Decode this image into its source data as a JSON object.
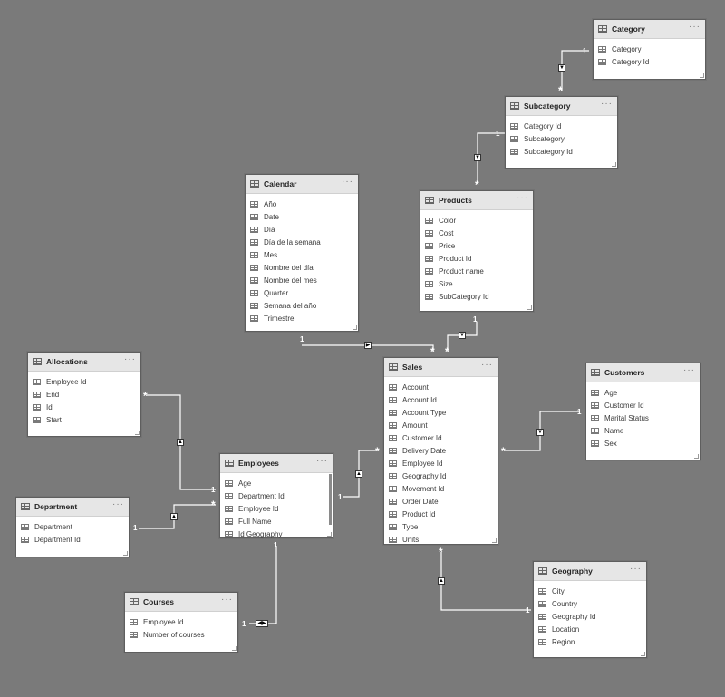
{
  "tables": {
    "category": {
      "name": "Category",
      "more": "···",
      "fields": [
        "Category",
        "Category Id"
      ]
    },
    "subcategory": {
      "name": "Subcategory",
      "more": "···",
      "fields": [
        "Category Id",
        "Subcategory",
        "Subcategory Id"
      ]
    },
    "calendar": {
      "name": "Calendar",
      "more": "···",
      "fields": [
        "Año",
        "Date",
        "Día",
        "Día de la semana",
        "Mes",
        "Nombre del día",
        "Nombre del mes",
        "Quarter",
        "Semana del año",
        "Trimestre"
      ]
    },
    "products": {
      "name": "Products",
      "more": "···",
      "fields": [
        "Color",
        "Cost",
        "Price",
        "Product Id",
        "Product name",
        "Size",
        "SubCategory Id"
      ]
    },
    "allocations": {
      "name": "Allocations",
      "more": "···",
      "fields": [
        "Employee Id",
        "End",
        "Id",
        "Start"
      ]
    },
    "sales": {
      "name": "Sales",
      "more": "···",
      "fields": [
        "Account",
        "Account Id",
        "Account Type",
        "Amount",
        "Customer Id",
        "Delivery Date",
        "Employee Id",
        "Geography Id",
        "Movement Id",
        "Order Date",
        "Product Id",
        "Type",
        "Units"
      ]
    },
    "customers": {
      "name": "Customers",
      "more": "···",
      "fields": [
        "Age",
        "Customer Id",
        "Marital Status",
        "Name",
        "Sex"
      ]
    },
    "employees": {
      "name": "Employees",
      "more": "···",
      "fields": [
        "Age",
        "Department Id",
        "Employee Id",
        "Full Name",
        "Id Geography"
      ]
    },
    "department": {
      "name": "Department",
      "more": "···",
      "fields": [
        "Department",
        "Department Id"
      ]
    },
    "courses": {
      "name": "Courses",
      "more": "···",
      "fields": [
        "Employee Id",
        "Number of courses"
      ]
    },
    "geography": {
      "name": "Geography",
      "more": "···",
      "fields": [
        "City",
        "Country",
        "Geography Id",
        "Location",
        "Region"
      ]
    }
  },
  "cardinality": {
    "one": "1",
    "many": "*"
  },
  "arrows": {
    "down": "▼",
    "up": "▲",
    "right": "▶",
    "both": "◀▶"
  },
  "colors": {
    "canvas": "#7a7a7a",
    "line": "#ffffff",
    "table_header": "#e6e6e6"
  }
}
